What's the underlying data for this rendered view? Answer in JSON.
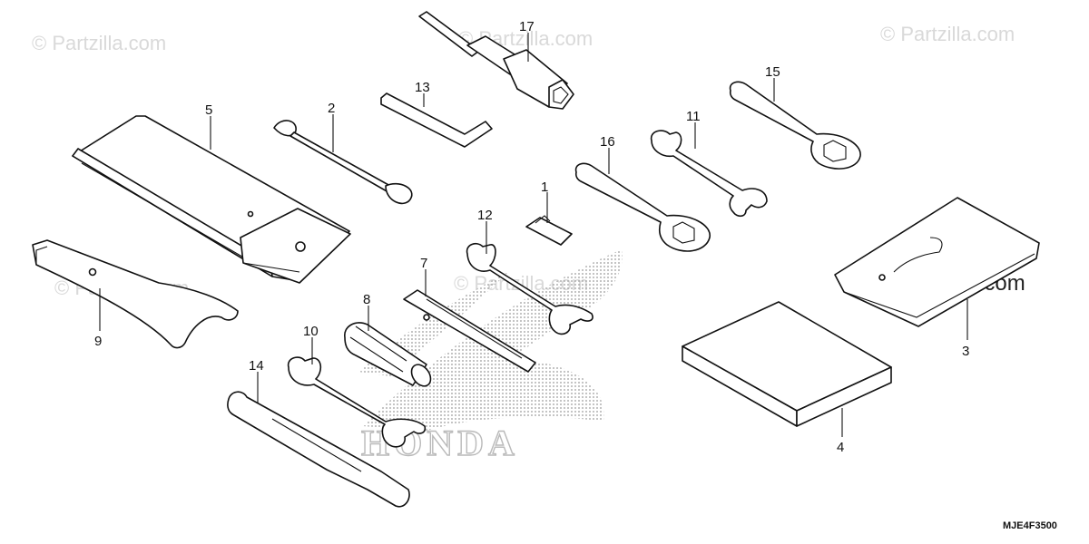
{
  "watermarks": [
    "© Partzilla.com",
    "© Partzilla.com",
    "© Partzilla.com",
    "© Partzilla.com",
    "© Partzilla.com",
    "© Partzilla.com"
  ],
  "brand_mark": "HONDA",
  "diagram_code": "MJE4F3500",
  "callouts": {
    "c1": "1",
    "c2": "2",
    "c3": "3",
    "c4": "4",
    "c5": "5",
    "c6": "7",
    "c7": "8",
    "c8": "9",
    "c9": "10",
    "c10": "11",
    "c11": "12",
    "c12": "13",
    "c13": "14",
    "c14": "15",
    "c15": "16",
    "c16": "17"
  },
  "colors": {
    "ink": "#111111",
    "watermark": "#d9d9d9",
    "halftone": "#9a9a9a"
  }
}
